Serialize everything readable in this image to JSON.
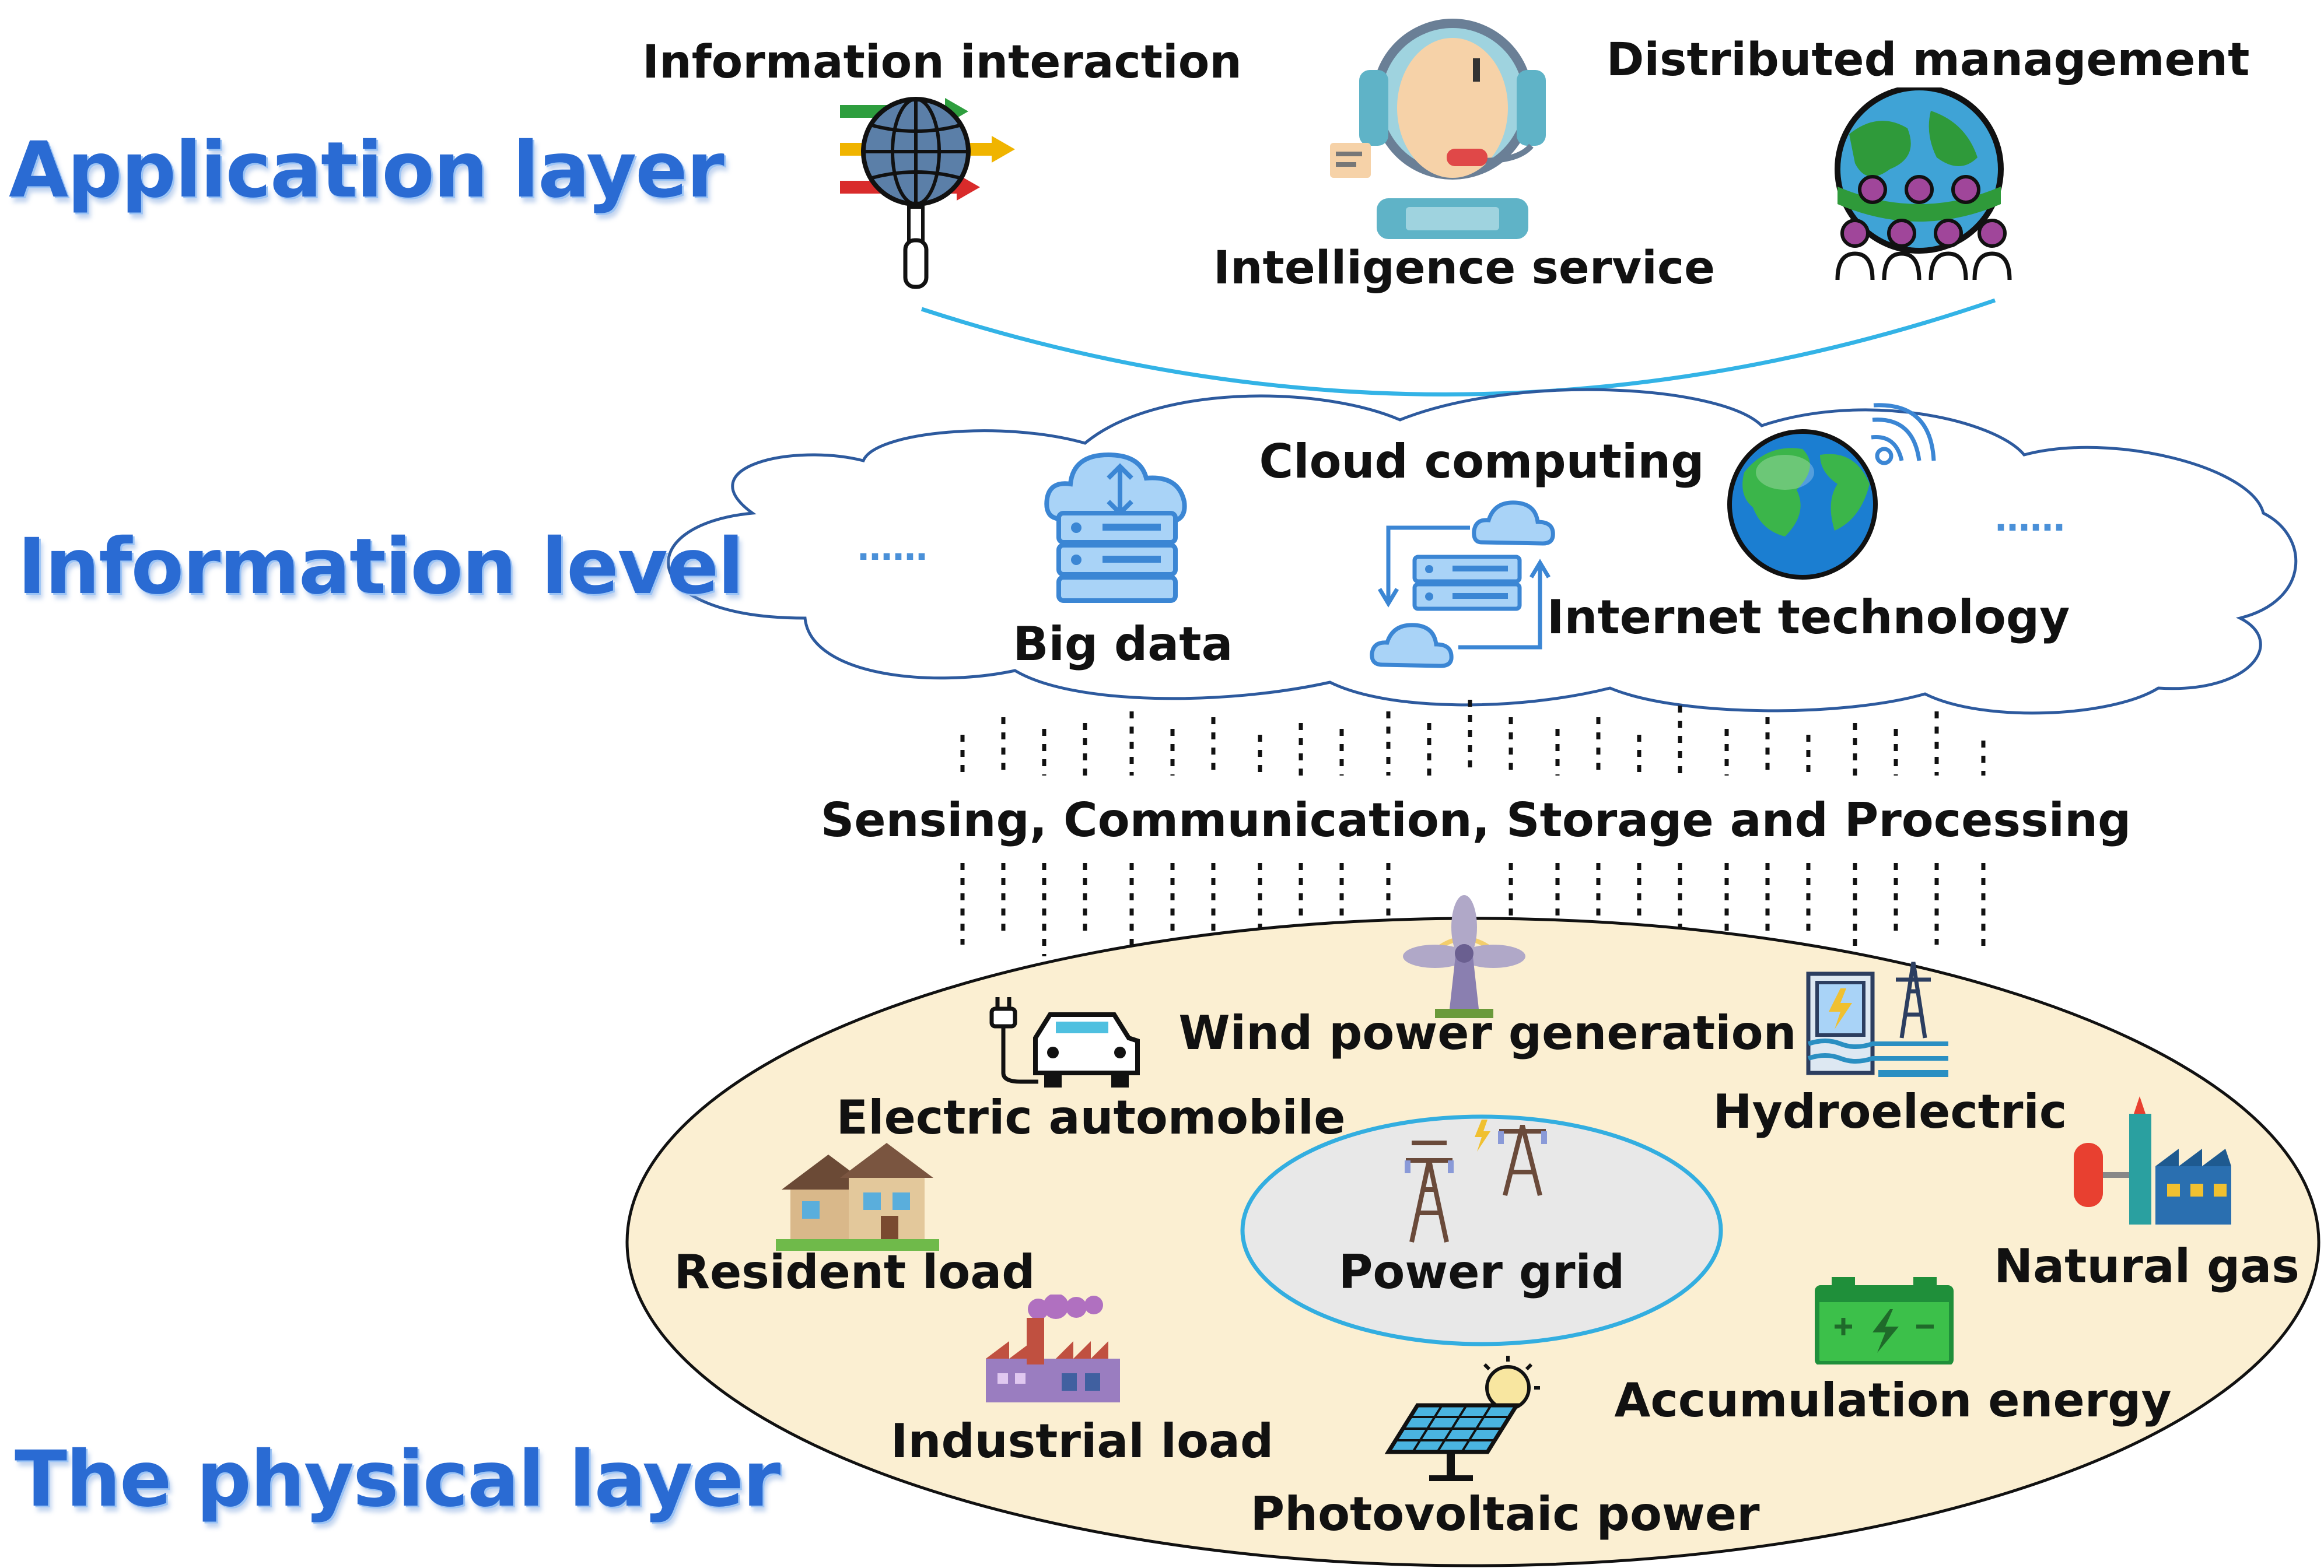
{
  "layers": {
    "application": "Application layer",
    "information": "Information level",
    "physical": "The physical layer"
  },
  "application": {
    "information_interaction": "Information interaction",
    "intelligence_service": "Intelligence service",
    "distributed_management": "Distributed management"
  },
  "information": {
    "cloud_computing": "Cloud computing",
    "big_data": "Big data",
    "internet_technology": "Internet technology",
    "ellipsis_left": "……",
    "ellipsis_right": "……"
  },
  "link": {
    "sensing": "Sensing, Communication, Storage and Processing"
  },
  "physical": {
    "wind_power": "Wind power generation",
    "electric_automobile": "Electric automobile",
    "hydroelectric": "Hydroelectric",
    "resident_load": "Resident load",
    "power_grid": "Power grid",
    "natural_gas": "Natural gas",
    "industrial_load": "Industrial load",
    "accumulation_energy": "Accumulation energy",
    "photovoltaic_power": "Photovoltaic power"
  },
  "colors": {
    "layer_title": "#2a6bd3",
    "cloud_stroke": "#2d5a9e",
    "arc_stroke": "#33b3e6",
    "physical_fill": "#fbefd2",
    "grid_fill": "#e8e8e8",
    "grid_stroke": "#33aee0"
  }
}
